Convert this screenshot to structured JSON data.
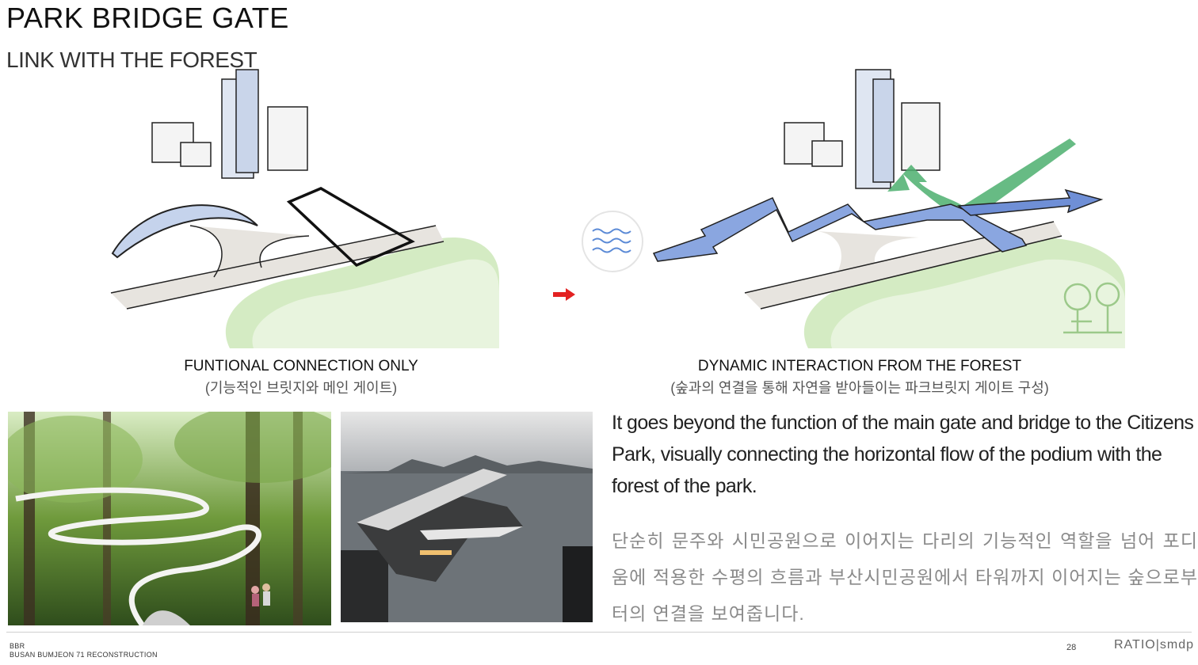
{
  "header": {
    "title": "PARK BRIDGE GATE",
    "subtitle": "LINK WITH THE FOREST"
  },
  "diagram_left": {
    "caption_en": "FUNTIONAL CONNECTION ONLY",
    "caption_kr": "(기능적인 브릿지와 메인 게이트)"
  },
  "diagram_right": {
    "caption_en": "DYNAMIC INTERACTION FROM THE FOREST",
    "caption_kr": "(숲과의 연결을 통해 자연을 받아들이는 파크브릿지 게이트 구성)",
    "icons": [
      "water-wave-icon",
      "tree-icon"
    ]
  },
  "photos": [
    {
      "name": "forest-walkway-photo"
    },
    {
      "name": "waterfront-pier-photo"
    }
  ],
  "body": {
    "text_en": "It goes beyond the function of the main gate and bridge to the Citizens Park, visually connecting the horizontal flow of the podium with the forest of the park.",
    "text_kr": "단순히 문주와 시민공원으로 이어지는 다리의 기능적인 역할을 넘어 포디움에 적용한 수평의 흐름과 부산시민공원에서 타워까지 이어지는 숲으로부터의 연결을 보여줍니다."
  },
  "footer": {
    "line1": "BBR",
    "line2": "BUSAN BUMJEON 71 RECONSTRUCTION",
    "page_number": "28",
    "logo": "RATIO|smdp"
  },
  "colors": {
    "accent_red": "#e32222",
    "arrow_blue": "#6f8fd6",
    "arrow_green": "#4caf6e",
    "forest_green": "#bfe0a8"
  }
}
